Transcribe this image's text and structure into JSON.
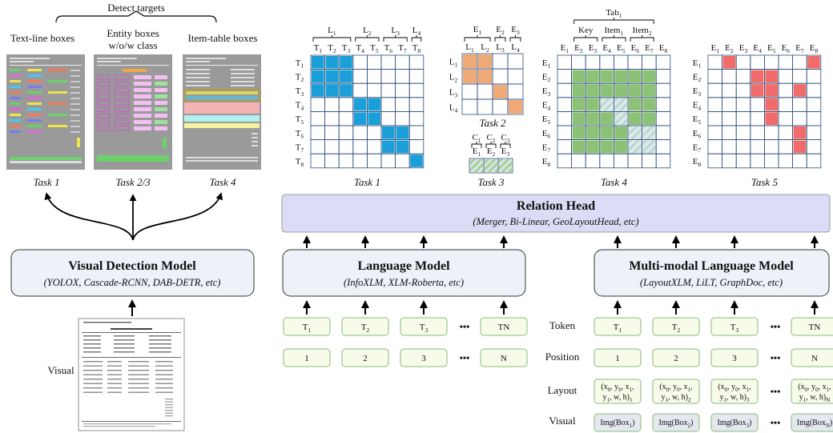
{
  "detect": {
    "title": "Detect targets",
    "labels": [
      "Text-line boxes",
      "Entity boxes",
      "w/o/w class",
      "Item-table boxes"
    ],
    "tasks": [
      "Task 1",
      "Task 2/3",
      "Task 4"
    ]
  },
  "visual_detection": {
    "title": "Visual Detection Model",
    "subtitle": "(YOLOX, Cascade-RCNN, DAB-DETR, etc)"
  },
  "visual_label": "Visual",
  "relation_head": {
    "title": "Relation Head",
    "subtitle": "(Merger, Bi-Linear, GeoLayoutHead, etc)"
  },
  "language_model": {
    "title": "Language Model",
    "subtitle": "(InfoXLM, XLM-Roberta, etc)"
  },
  "mm_model": {
    "title": "Multi-modal Language Model",
    "subtitle": "(LayoutXLM, LiLT, GraphDoc, etc)"
  },
  "lm_inputs": {
    "tokens": [
      "T1",
      "T2",
      "T3",
      "TN"
    ],
    "positions": [
      "1",
      "2",
      "3",
      "N"
    ]
  },
  "mm_inputs": {
    "row_labels": [
      "Token",
      "Position",
      "Layout",
      "Visual"
    ],
    "tokens": [
      "T1",
      "T2",
      "T3",
      "TN"
    ],
    "positions": [
      "1",
      "2",
      "3",
      "N"
    ],
    "layouts": [
      "(x0, y0, x1, y1, w, h)1",
      "(x0, y0, x1, y1, w, h)2",
      "(x0, y0, x1, y1, w, h)3",
      "(x0, y0, x1, y1, w, h)N"
    ],
    "visuals": [
      "Img(Box1)",
      "Img(Box2)",
      "Img(Box3)",
      "Img(BoxN)"
    ]
  },
  "ellipsis": "•••",
  "task_matrices": {
    "task1": {
      "caption": "Task 1",
      "groups": [
        "L1",
        "L2",
        "L3",
        "L4"
      ],
      "cols": [
        "T1",
        "T2",
        "T3",
        "T4",
        "T5",
        "T6",
        "T7",
        "T8"
      ],
      "rows": [
        "T1",
        "T2",
        "T3",
        "T4",
        "T5",
        "T6",
        "T7",
        "T8"
      ],
      "blocks": [
        [
          0,
          2
        ],
        [
          3,
          4
        ],
        [
          5,
          6
        ],
        [
          7,
          7
        ]
      ],
      "color": "#1a9fd9"
    },
    "task2": {
      "caption": "Task 2",
      "cols_top": [
        "E1",
        "E2",
        "E3"
      ],
      "cols": [
        "L1",
        "L2",
        "L3",
        "L4"
      ],
      "rows": [
        "L1",
        "L2",
        "L3",
        "L4"
      ],
      "filled": [
        [
          0,
          0
        ],
        [
          0,
          1
        ],
        [
          1,
          0
        ],
        [
          1,
          1
        ],
        [
          2,
          2
        ],
        [
          3,
          3
        ]
      ],
      "color": "#f0aa78"
    },
    "task3": {
      "caption": "Task 3",
      "top": [
        "C1",
        "C2",
        "C3"
      ],
      "cols": [
        "E1",
        "E2",
        "E3"
      ]
    },
    "task4": {
      "caption": "Task 4",
      "top": "Tab1",
      "groups": [
        "Key",
        "Item1",
        "Item2"
      ],
      "cols": [
        "E1",
        "E2",
        "E3",
        "E4",
        "E5",
        "E6",
        "E7",
        "E8"
      ],
      "rows": [
        "E1",
        "E2",
        "E3",
        "E4",
        "E5",
        "E6",
        "E7",
        "E8"
      ],
      "color": "#8cc276"
    },
    "task5": {
      "caption": "Task 5",
      "cols": [
        "E1",
        "E2",
        "E3",
        "E4",
        "E5",
        "E6",
        "E7",
        "E8"
      ],
      "rows": [
        "E1",
        "E2",
        "E3",
        "E4",
        "E5",
        "E6",
        "E7",
        "E8"
      ],
      "filled": [
        [
          0,
          1
        ],
        [
          0,
          7
        ],
        [
          1,
          3
        ],
        [
          1,
          4
        ],
        [
          2,
          3
        ],
        [
          2,
          4
        ],
        [
          2,
          6
        ],
        [
          3,
          4
        ],
        [
          4,
          4
        ],
        [
          5,
          6
        ],
        [
          6,
          6
        ]
      ],
      "color": "#f26b6b"
    }
  }
}
